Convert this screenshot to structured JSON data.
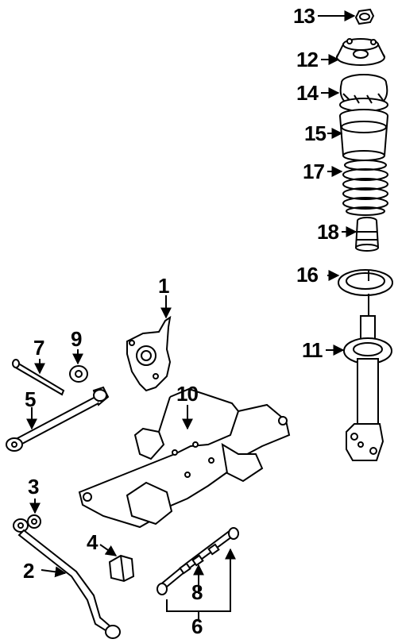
{
  "diagram": {
    "parts": [
      {
        "id": "1",
        "callout": "1"
      },
      {
        "id": "2",
        "callout": "2"
      },
      {
        "id": "3",
        "callout": "3"
      },
      {
        "id": "4",
        "callout": "4"
      },
      {
        "id": "5",
        "callout": "5"
      },
      {
        "id": "6",
        "callout": "6"
      },
      {
        "id": "7",
        "callout": "7"
      },
      {
        "id": "8",
        "callout": "8"
      },
      {
        "id": "9",
        "callout": "9"
      },
      {
        "id": "10",
        "callout": "10"
      },
      {
        "id": "11",
        "callout": "11"
      },
      {
        "id": "12",
        "callout": "12"
      },
      {
        "id": "13",
        "callout": "13"
      },
      {
        "id": "14",
        "callout": "14"
      },
      {
        "id": "15",
        "callout": "15"
      },
      {
        "id": "16",
        "callout": "16"
      },
      {
        "id": "17",
        "callout": "17"
      },
      {
        "id": "18",
        "callout": "18"
      }
    ]
  }
}
